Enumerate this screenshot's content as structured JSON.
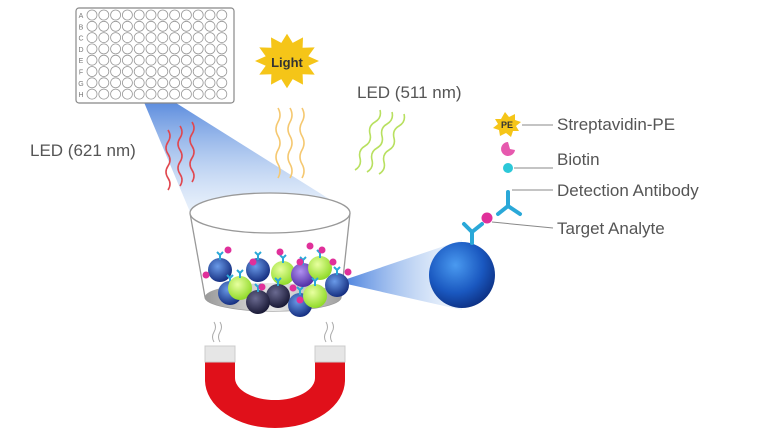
{
  "plate": {
    "rows": [
      "A",
      "B",
      "C",
      "D",
      "E",
      "F",
      "G",
      "H"
    ],
    "columns": 12
  },
  "labels": {
    "light": "Light",
    "led_red": "LED (621 nm)",
    "led_green": "LED (511 nm)",
    "pe": "PE",
    "streptavidin": "Streptavidin-PE",
    "biotin": "Biotin",
    "detection_antibody": "Detection Antibody",
    "target_analyte": "Target Analyte"
  },
  "colors": {
    "bead": "#1f5fc8",
    "magnet": "#e0101a",
    "biotin": "#2cc8d8",
    "analyte": "#e0309a",
    "antibody": "#2aa8d8",
    "sun": "#f5c518",
    "red_wave": "#e04850",
    "green_wave": "#b8e060",
    "yellow_wave": "#f5c870"
  }
}
